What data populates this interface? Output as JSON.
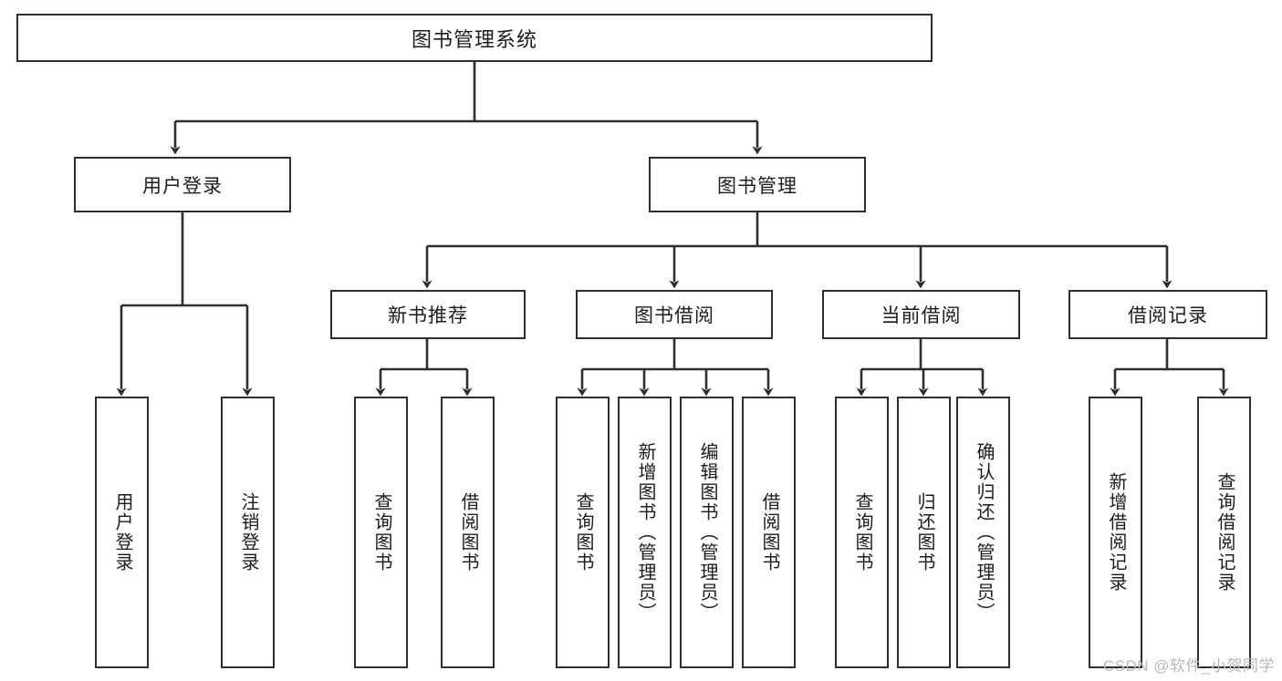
{
  "diagram": {
    "title": "图书管理系统",
    "type": "tree-hierarchy-diagram",
    "colors": {
      "box_border": "#2e2e2e",
      "box_fill": "#ffffff",
      "connector": "#2e2e2e",
      "text": "#1c1c1c",
      "watermark": "#b8b8b8"
    },
    "root": {
      "label": "图书管理系统"
    },
    "level2": [
      {
        "id": "user-login",
        "label": "用户登录"
      },
      {
        "id": "book-manage",
        "label": "图书管理"
      }
    ],
    "level3": [
      {
        "id": "new-book-recommend",
        "label": "新书推荐"
      },
      {
        "id": "book-borrow",
        "label": "图书借阅"
      },
      {
        "id": "current-borrow",
        "label": "当前借阅"
      },
      {
        "id": "borrow-record",
        "label": "借阅记录"
      }
    ],
    "leaves": {
      "user_login": [
        {
          "id": "leaf-user-login",
          "label": "用户登录"
        },
        {
          "id": "leaf-logout-login",
          "label": "注销登录"
        }
      ],
      "new_book_recommend": [
        {
          "id": "leaf-query-book-1",
          "label": "查询图书"
        },
        {
          "id": "leaf-borrow-book-1",
          "label": "借阅图书"
        }
      ],
      "book_borrow": [
        {
          "id": "leaf-query-book-2",
          "label": "查询图书"
        },
        {
          "id": "leaf-add-book",
          "label": "新增图书（管理员）"
        },
        {
          "id": "leaf-edit-book",
          "label": "编辑图书（管理员）"
        },
        {
          "id": "leaf-borrow-book-2",
          "label": "借阅图书"
        }
      ],
      "current_borrow": [
        {
          "id": "leaf-query-book-3",
          "label": "查询图书"
        },
        {
          "id": "leaf-return-book",
          "label": "归还图书"
        },
        {
          "id": "leaf-confirm-return",
          "label": "确认归还（管理员）"
        }
      ],
      "borrow_record": [
        {
          "id": "leaf-add-record",
          "label": "新增借阅记录"
        },
        {
          "id": "leaf-query-record",
          "label": "查询借阅记录"
        }
      ]
    }
  },
  "watermark": {
    "text": "CSDN @软件_小贺同学"
  }
}
